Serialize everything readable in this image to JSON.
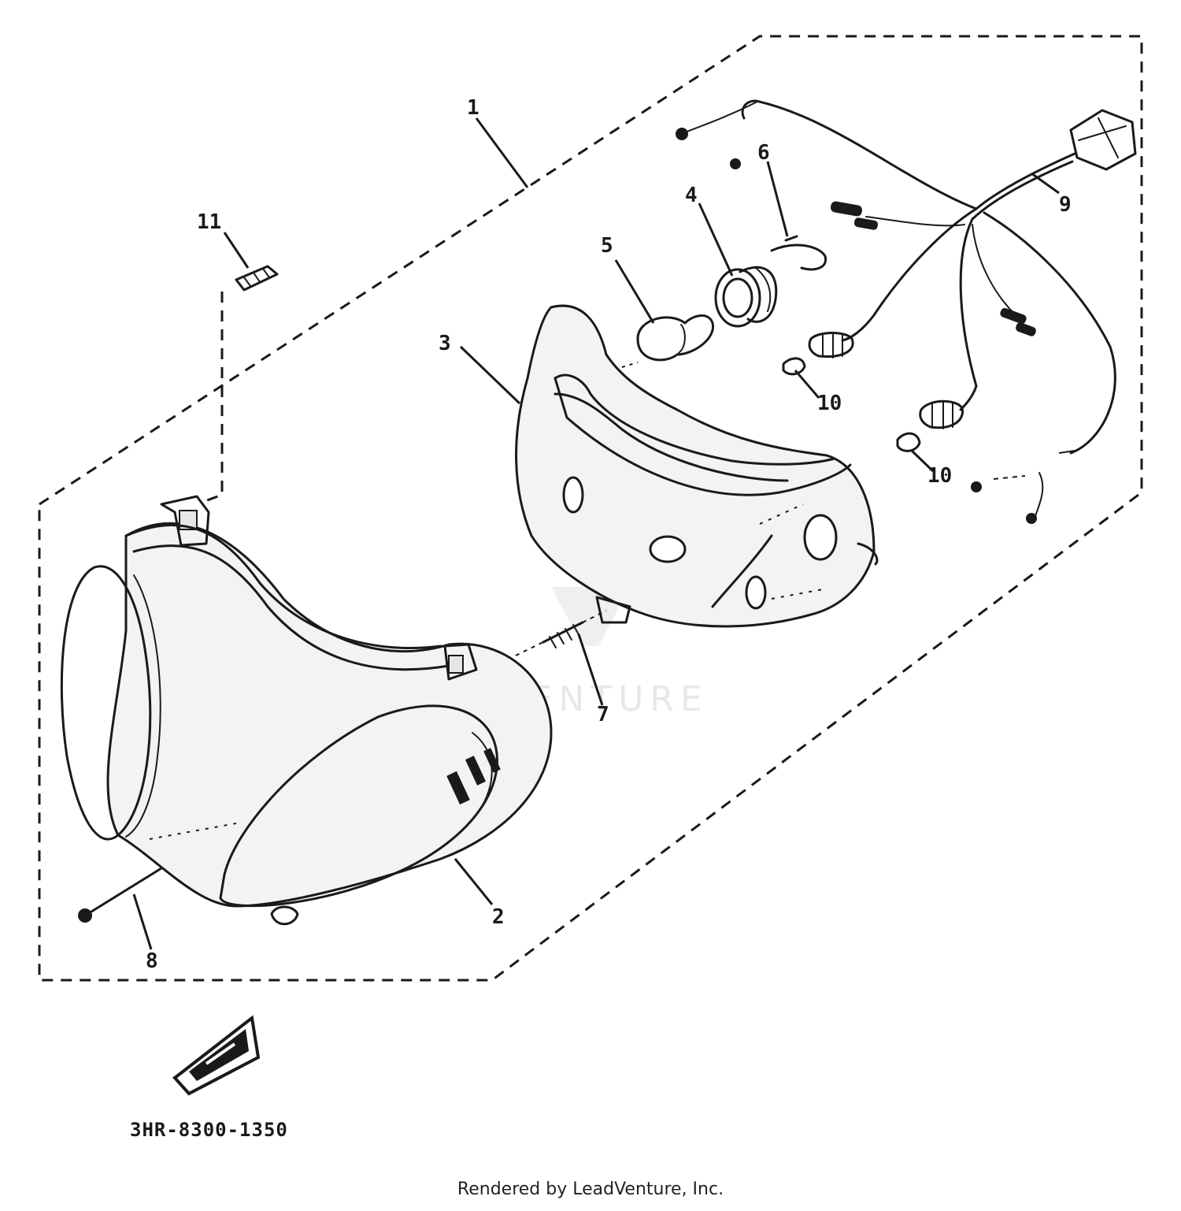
{
  "diagram": {
    "callouts": {
      "c1": "1",
      "c2": "2",
      "c3": "3",
      "c4": "4",
      "c5": "5",
      "c6": "6",
      "c7": "7",
      "c8": "8",
      "c9": "9",
      "c10a": "10",
      "c10b": "10",
      "c11": "11"
    },
    "diagram_code": "3HR-8300-1350",
    "watermark": "LEADVENTURE",
    "footer": "Rendered by LeadVenture, Inc."
  }
}
